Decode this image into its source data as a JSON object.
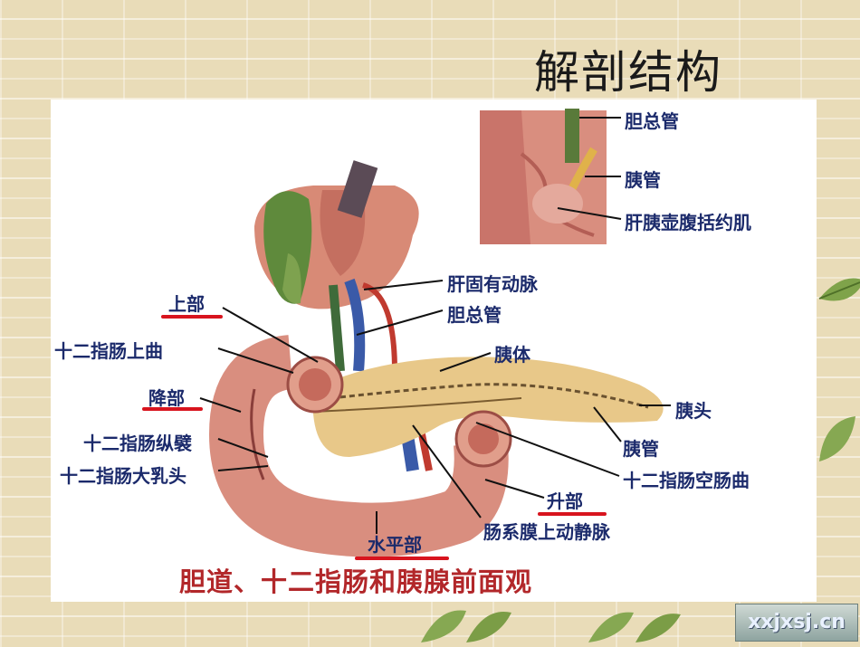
{
  "title": "解剖结构",
  "figure": {
    "caption": "胆道、十二指肠和胰腺前面观",
    "inset_labels": {
      "bile_duct": "胆总管",
      "pancreatic_duct": "胰管",
      "sphincter": "肝胰壶腹括约肌"
    },
    "labels": {
      "hepatic_artery": "肝固有动脉",
      "common_bile_duct": "胆总管",
      "pancreas_body": "胰体",
      "pancreas_head": "胰头",
      "pancreatic_duct": "胰管",
      "duodenojejunal_flexure": "十二指肠空肠曲",
      "superior_mesenteric": "肠系膜上动静脉",
      "superior_part": "上部",
      "superior_flexure": "十二指肠上曲",
      "descending_part": "降部",
      "longitudinal_fold": "十二指肠纵襞",
      "major_papilla": "十二指肠大乳头",
      "horizontal_part": "水平部",
      "ascending_part": "升部"
    },
    "colors": {
      "label": "#1b2a6b",
      "underline": "#d8141e",
      "caption": "#b2272a"
    }
  },
  "watermark": "xxjxsj.cn"
}
